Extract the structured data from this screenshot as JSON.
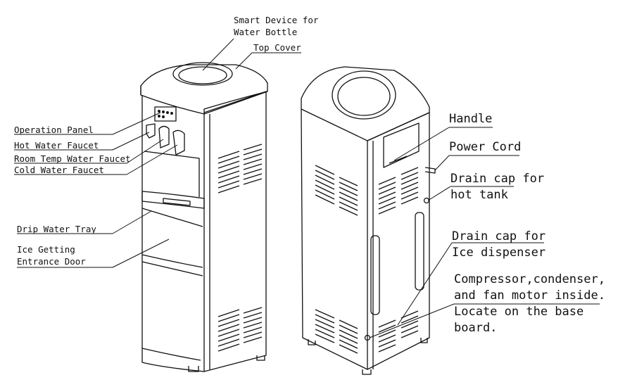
{
  "labels": {
    "smart_device_1": "Smart Device for",
    "smart_device_2": "Water Bottle",
    "top_cover": "Top Cover",
    "operation_panel": "Operation Panel",
    "hot_faucet": "Hot Water Faucet",
    "room_faucet": "Room Temp Water Faucet",
    "cold_faucet": "Cold Water Faucet",
    "drip_tray": "Drip Water Tray",
    "ice_door_1": "Ice Getting",
    "ice_door_2": "Entrance Door",
    "handle": "Handle",
    "power_cord": "Power Cord",
    "drain_hot_1": "Drain cap for",
    "drain_hot_2": "hot tank",
    "drain_ice_1": "Drain cap for",
    "drain_ice_2": "Ice dispenser",
    "compressor_1": "Compressor,condenser,",
    "compressor_2": "and fan motor inside.",
    "compressor_3": "Locate on the base",
    "compressor_4": "board."
  }
}
